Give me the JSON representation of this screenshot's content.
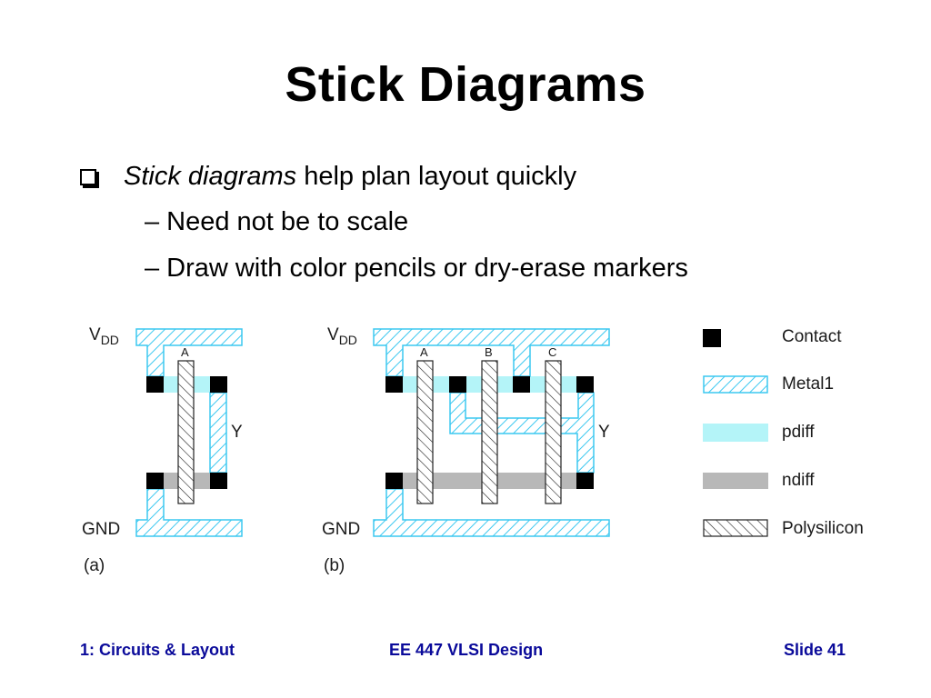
{
  "slide": {
    "title": "Stick Diagrams",
    "bullet": {
      "italic": "Stick diagrams",
      "rest": " help plan layout quickly"
    },
    "subbullets": [
      "Need not be to scale",
      "Draw with color pencils or dry-erase markers"
    ],
    "dash": "–"
  },
  "diagram_a": {
    "vdd_main": "V",
    "vdd_sub": "DD",
    "gnd": "GND",
    "output": "Y",
    "inputs": [
      "A"
    ],
    "caption": "(a)"
  },
  "diagram_b": {
    "vdd_main": "V",
    "vdd_sub": "DD",
    "gnd": "GND",
    "output": "Y",
    "inputs": [
      "A",
      "B",
      "C"
    ],
    "caption": "(b)"
  },
  "legend": [
    {
      "label": "Contact",
      "style": "contact"
    },
    {
      "label": "Metal1",
      "style": "metal1"
    },
    {
      "label": "pdiff",
      "style": "pdiff"
    },
    {
      "label": "ndiff",
      "style": "ndiff"
    },
    {
      "label": "Polysilicon",
      "style": "poly"
    }
  ],
  "colors": {
    "metal1": "#3cc8f0",
    "pdiff": "#b4f4f8",
    "ndiff": "#b8b8b8",
    "contact": "#000000",
    "footer": "#0a0a9a"
  },
  "footer": {
    "left": "1: Circuits & Layout",
    "center": "EE 447 VLSI Design",
    "right": "Slide 41"
  }
}
